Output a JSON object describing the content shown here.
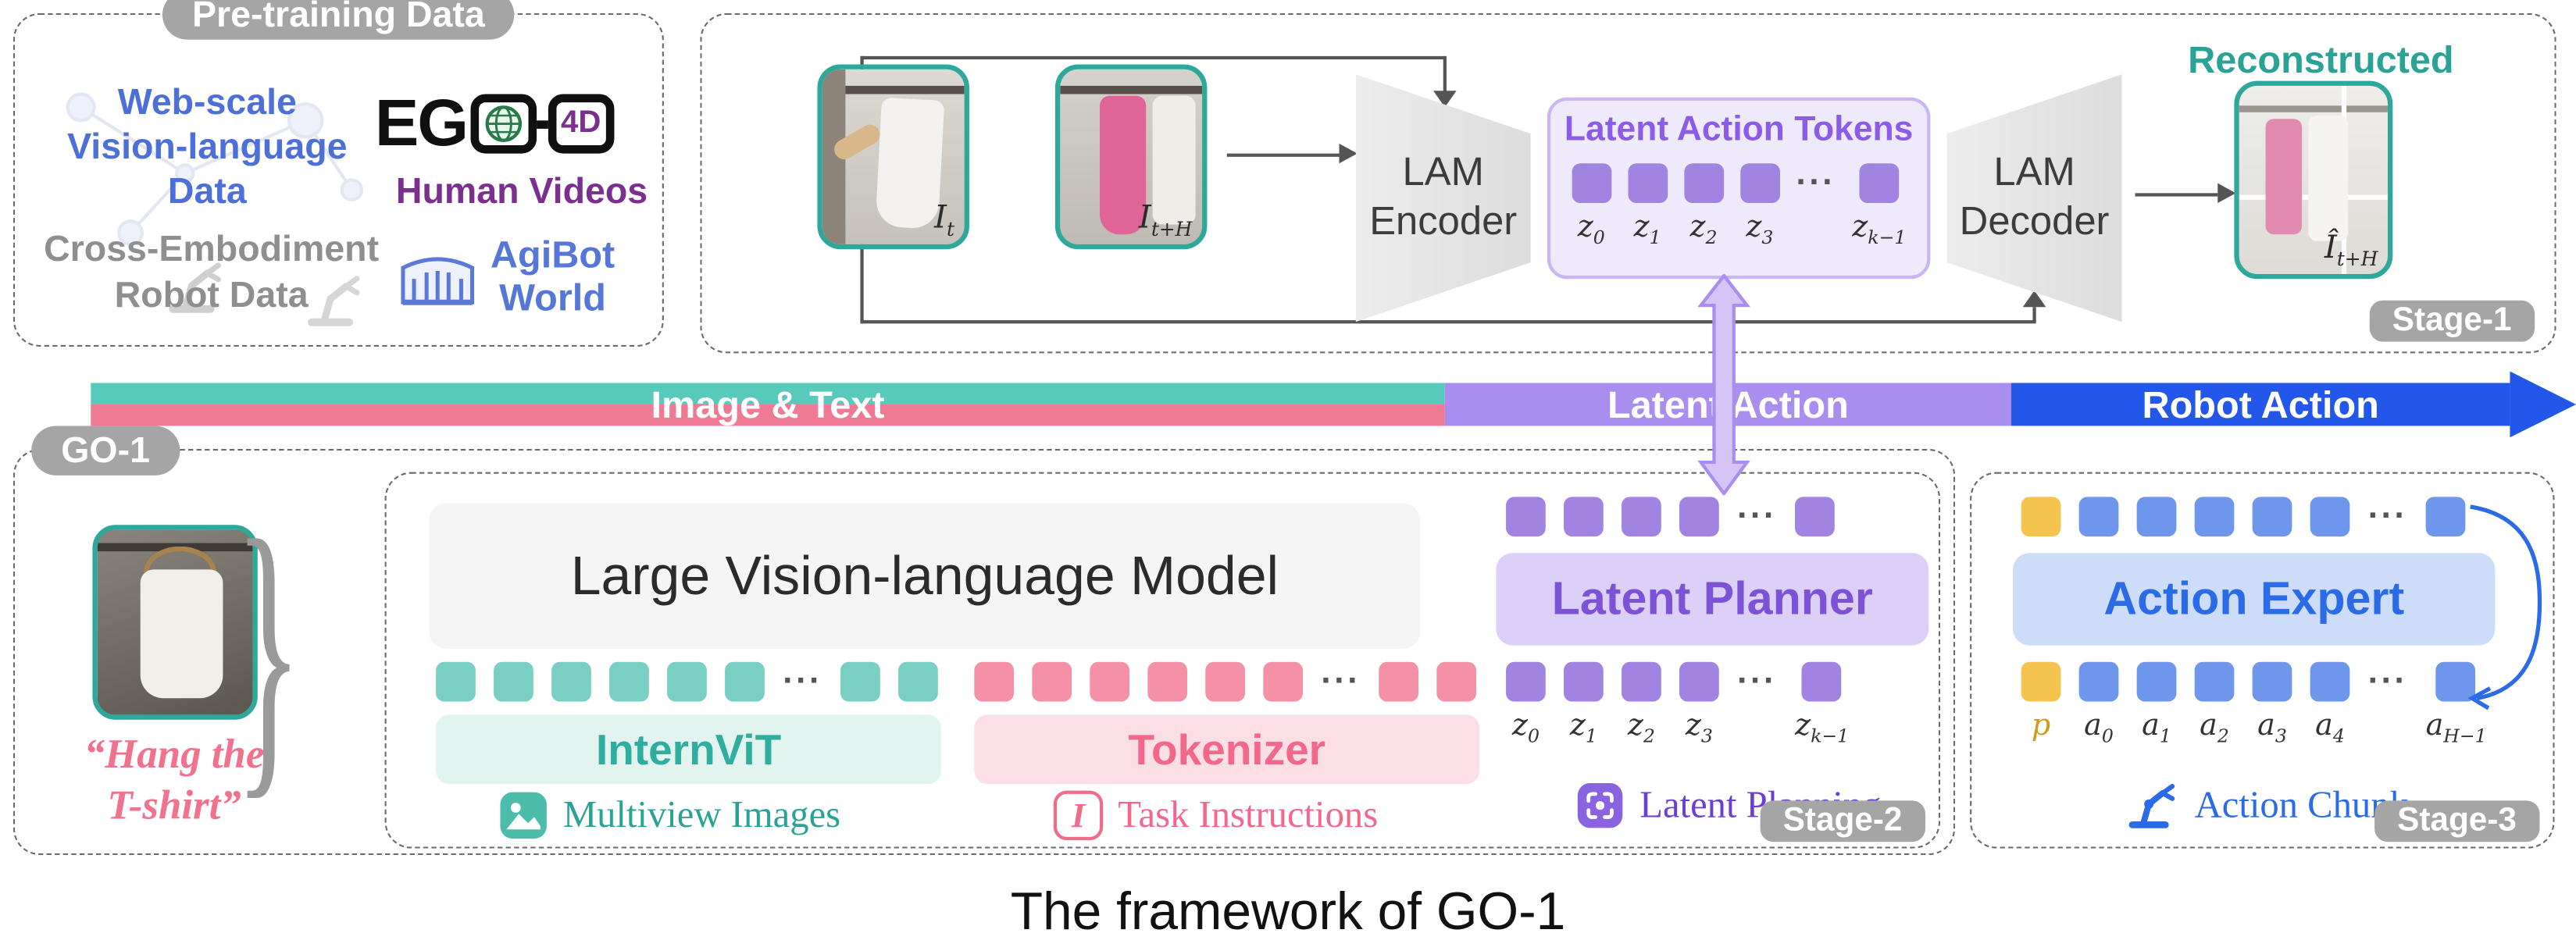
{
  "caption": "The framework of GO-1",
  "dots": "···",
  "colors": {
    "teal": "#2fa89c",
    "pink": "#ee7b93",
    "purple": "#8a63d8",
    "blue": "#2257ea",
    "yellow": "#f4c44e",
    "badge_gray": "#a5a5a5"
  },
  "pretraining": {
    "title": "Pre-training Data",
    "web_scale": "Web-scale\nVision-language\nData",
    "ego_prefix": "EG",
    "ego_suffix": "4D",
    "human_videos": "Human Videos",
    "cross_embodiment": "Cross-Embodiment\nRobot Data",
    "agibot": "AgiBot\nWorld"
  },
  "stage1": {
    "badge": "Stage-1",
    "frame_t": {
      "b": "I",
      "s": "t"
    },
    "frame_th": {
      "b": "I",
      "s": "t+H"
    },
    "encoder": "LAM\nEncoder",
    "decoder": "LAM\nDecoder",
    "tokens_title": "Latent Action Tokens",
    "z0": {
      "b": "z",
      "s": "0"
    },
    "z1": {
      "b": "z",
      "s": "1"
    },
    "z2": {
      "b": "z",
      "s": "2"
    },
    "z3": {
      "b": "z",
      "s": "3"
    },
    "zk": {
      "b": "z",
      "s": "k−1"
    },
    "reconstructed": "Reconstructed",
    "recon": {
      "b": "Î",
      "s": "t+H"
    }
  },
  "flowbar": {
    "image_text": "Image & Text",
    "latent_action": "Latent Action",
    "robot_action": "Robot Action"
  },
  "go1": {
    "badge": "GO-1",
    "brace": "}",
    "instruction": "“Hang the\nT-shirt”",
    "vlm": "Large Vision-language Model",
    "internvit": "InternViT",
    "tokenizer": "Tokenizer",
    "multiview": "Multiview Images",
    "task_icon": "I",
    "task_instructions": "Task Instructions"
  },
  "stage2": {
    "badge": "Stage-2",
    "planner": "Latent Planner",
    "planning": "Latent Planning",
    "z0": {
      "b": "z",
      "s": "0"
    },
    "z1": {
      "b": "z",
      "s": "1"
    },
    "z2": {
      "b": "z",
      "s": "2"
    },
    "z3": {
      "b": "z",
      "s": "3"
    },
    "zk": {
      "b": "z",
      "s": "k−1"
    }
  },
  "stage3": {
    "badge": "Stage-3",
    "expert": "Action Expert",
    "chunk": "Action Chunk",
    "p": {
      "b": "p",
      "s": ""
    },
    "a0": {
      "b": "a",
      "s": "0"
    },
    "a1": {
      "b": "a",
      "s": "1"
    },
    "a2": {
      "b": "a",
      "s": "2"
    },
    "a3": {
      "b": "a",
      "s": "3"
    },
    "a4": {
      "b": "a",
      "s": "4"
    },
    "aH": {
      "b": "a",
      "s": "H−1"
    }
  }
}
